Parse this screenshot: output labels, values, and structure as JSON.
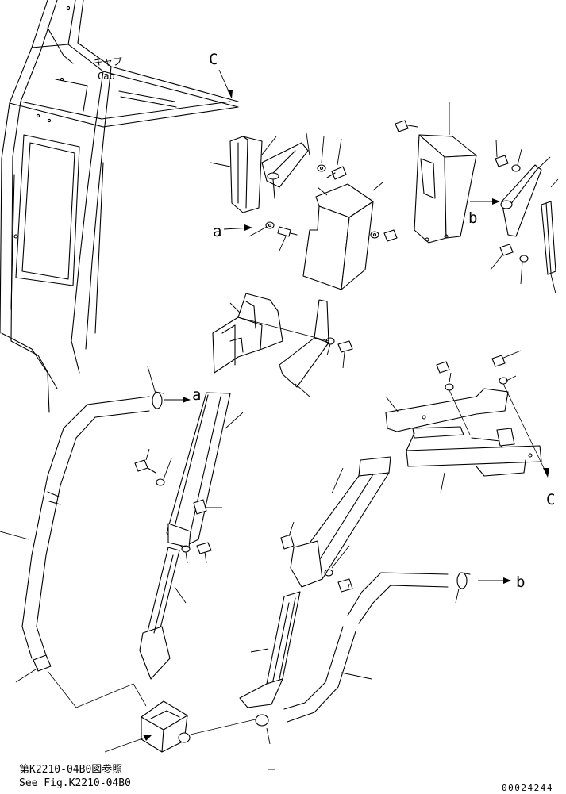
{
  "cab_label_jp": "キャブ",
  "cab_label_en": "Cab",
  "ref_letters": {
    "a": "a",
    "b": "b",
    "c": "C"
  },
  "footnote_jp": "第K2210-04B0図参照",
  "footnote_en": "See Fig.K2210-04B0",
  "figure_number": "00024244"
}
